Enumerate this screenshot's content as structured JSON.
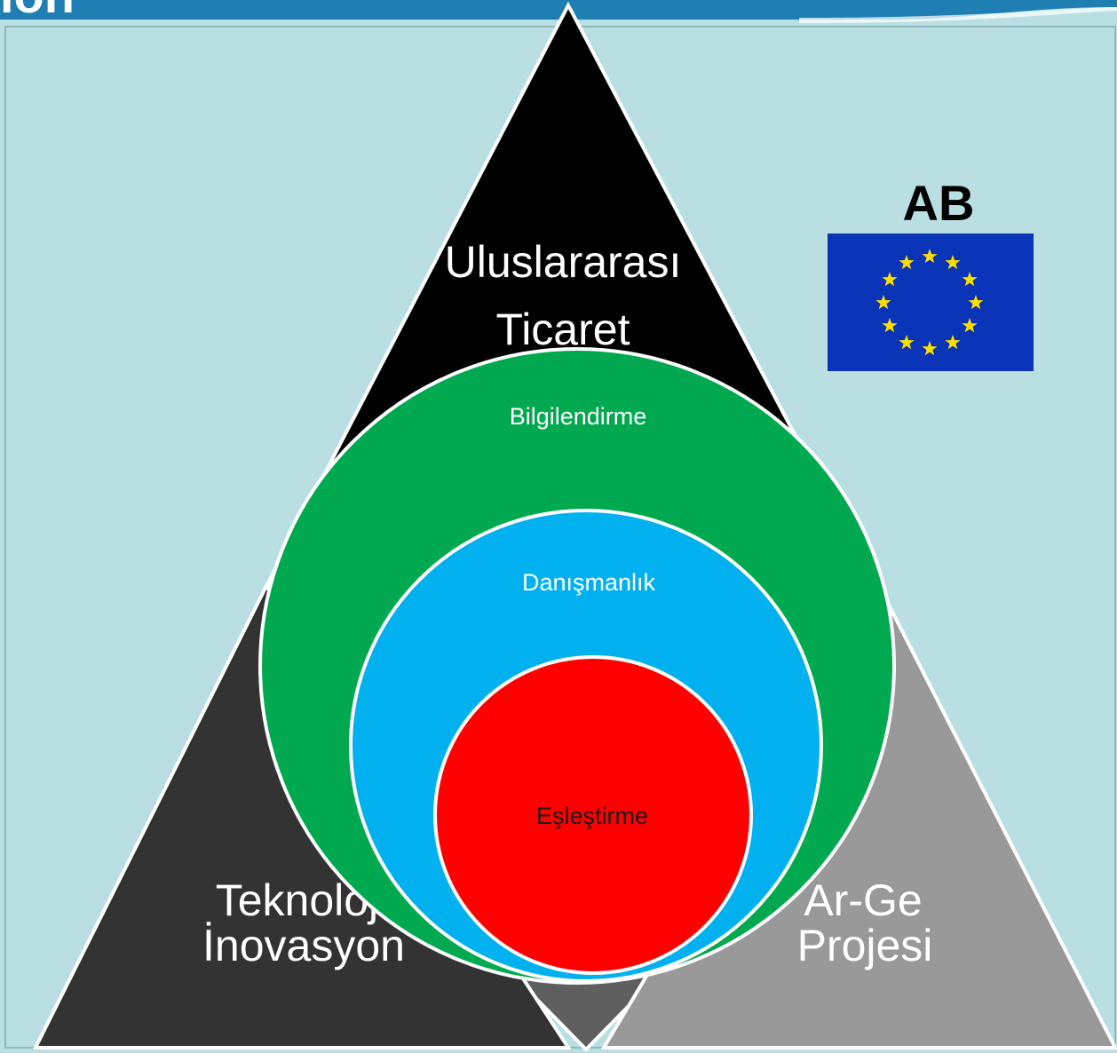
{
  "header": {
    "fragment_text": "ion"
  },
  "diagram": {
    "top_triangle": {
      "line1": "Uluslararası",
      "line2": "Ticaret"
    },
    "left_triangle": {
      "line1": "Teknoloji",
      "line2": "İnovasyon"
    },
    "right_triangle": {
      "line1": "Ar-Ge",
      "line2": "Projesi"
    },
    "outer_circle": {
      "label": "Bilgilendirme"
    },
    "middle_circle": {
      "label": "Danışmanlık"
    },
    "inner_circle": {
      "label": "Eşleştirme"
    }
  },
  "eu": {
    "label": "AB"
  },
  "colors": {
    "background": "#b9dfe3",
    "header_bar": "#1f7fb3",
    "top_triangle": "#000000",
    "left_triangle": "#333333",
    "right_triangle": "#999999",
    "center_triangle": "#5f5f5f",
    "outer_circle": "#00a94f",
    "middle_circle": "#00b0ef",
    "inner_circle": "#ff0000",
    "eu_flag": "#0a34b8",
    "eu_stars": "#ffdf00"
  }
}
